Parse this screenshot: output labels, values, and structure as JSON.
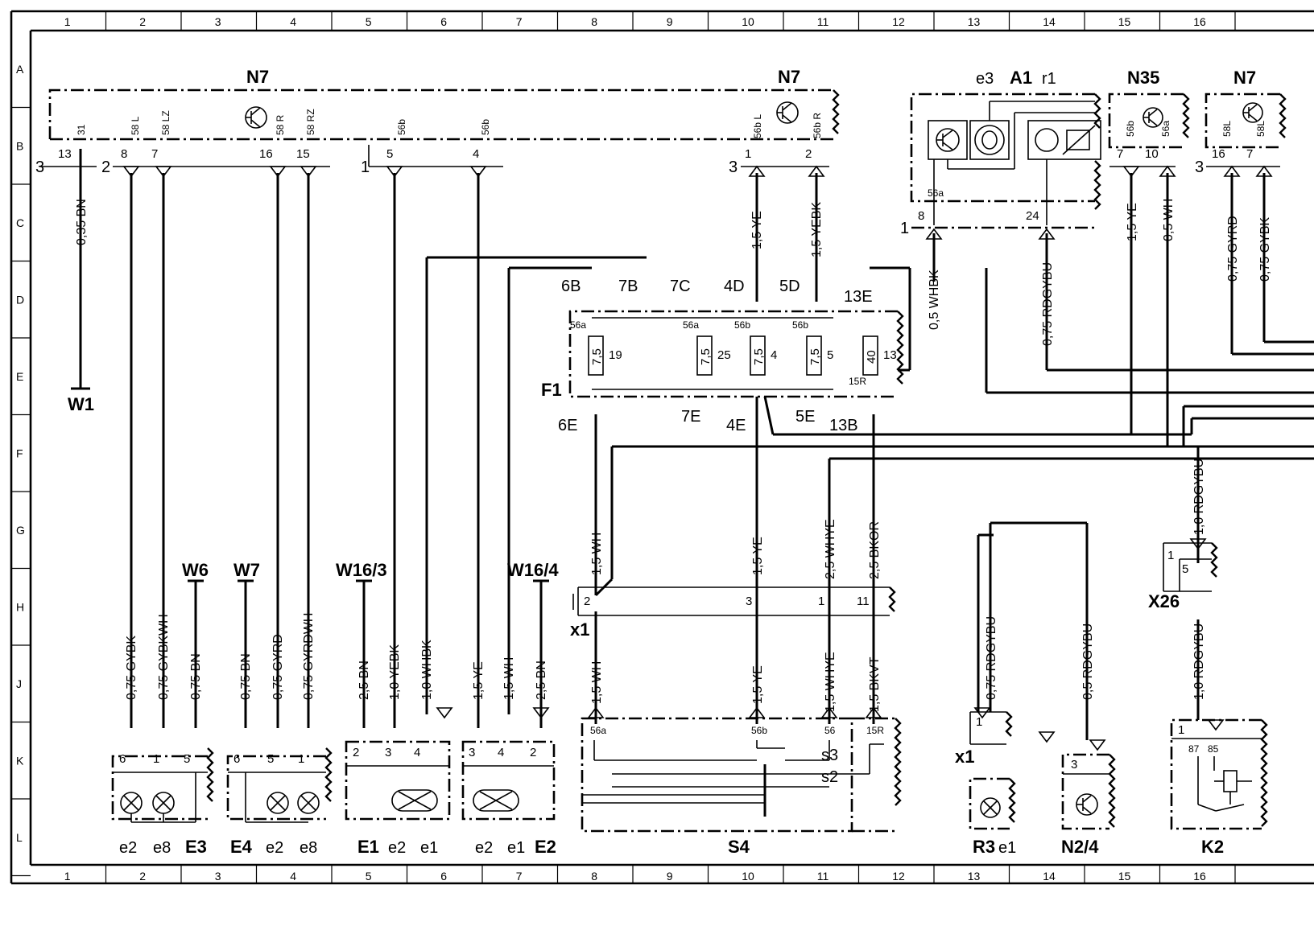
{
  "grid": {
    "columns": [
      "1",
      "2",
      "3",
      "4",
      "5",
      "6",
      "7",
      "8",
      "9",
      "10",
      "11",
      "12",
      "13",
      "14",
      "15",
      "16"
    ],
    "rows": [
      "A",
      "B",
      "C",
      "D",
      "E",
      "F",
      "G",
      "H",
      "J",
      "K",
      "L"
    ]
  },
  "components": {
    "n7_left": {
      "ref": "N7",
      "outer_left": "3",
      "outer_right": "2",
      "pin13": "13",
      "term31": "31",
      "pin8": "8",
      "term58l": "58 L",
      "pin7": "7",
      "term58lz": "58 LZ",
      "pin16": "16",
      "term58r": "58 R",
      "pin15": "15",
      "term58rz": "58 RZ"
    },
    "n7_mid": {
      "outer": "1",
      "pin5": "5",
      "term56b_a": "56b",
      "pin4": "4",
      "term56b_b": "56b"
    },
    "n7_right": {
      "ref": "N7",
      "outer": "3",
      "pin1": "1",
      "term56bl": "56b L",
      "pin2": "2",
      "term56br": "56b R"
    },
    "a1": {
      "ref": "A1",
      "e3": "e3",
      "r1": "r1",
      "pin8": "8",
      "term56a": "56a",
      "pin24": "24",
      "outer": "1"
    },
    "n35": {
      "ref": "N35",
      "pin7": "7",
      "term56b": "56b",
      "pin10": "10",
      "term56a": "56a"
    },
    "n7_far": {
      "ref": "N7",
      "outer": "3",
      "pin16": "16",
      "term58l": "58L",
      "pin7": "7",
      "term58l2": "58L"
    },
    "w1": {
      "ref": "W1"
    },
    "f1": {
      "ref": "F1",
      "top_labels": [
        "6B",
        "7B",
        "7C",
        "4D",
        "5D",
        "13E"
      ],
      "bottom_labels": [
        "6E",
        "7E",
        "4E",
        "5E",
        "13B"
      ],
      "top_terms": [
        "56a",
        "56a",
        "56b",
        "56b"
      ],
      "term15r": "15R",
      "fuses": [
        {
          "rating": "7,5",
          "num": "19"
        },
        {
          "rating": "7,5",
          "num": "25"
        },
        {
          "rating": "7,5",
          "num": "4"
        },
        {
          "rating": "7,5",
          "num": "5"
        },
        {
          "rating": "40",
          "num": "13"
        }
      ]
    },
    "x1_conn": {
      "ref": "x1",
      "pin2": "2",
      "pin3": "3",
      "pin1": "1",
      "pin11": "11"
    },
    "x26": {
      "ref": "X26",
      "pin1": "1",
      "pin5": "5"
    },
    "w6": "W6",
    "w7": "W7",
    "w16_3": "W16/3",
    "w16_4": "W16/4",
    "e3": {
      "ref": "E3",
      "pin6": "6",
      "pin1": "1",
      "pin5": "5",
      "sub1": "e2",
      "sub2": "e8"
    },
    "e4": {
      "ref": "E4",
      "pin6": "6",
      "pin5": "5",
      "pin1": "1",
      "sub1": "e2",
      "sub2": "e8"
    },
    "e1": {
      "ref": "E1",
      "pin2": "2",
      "pin3": "3",
      "pin4": "4",
      "sub1": "e2",
      "sub2": "e1"
    },
    "e2": {
      "ref": "E2",
      "pin3": "3",
      "pin4": "4",
      "pin2": "2",
      "sub1": "e2",
      "sub2": "e1"
    },
    "s4": {
      "ref": "S4",
      "term56a": "56a",
      "term56b": "56b",
      "term56": "56",
      "term15r": "15R",
      "s3": "s3",
      "s2": "s2"
    },
    "r3": {
      "ref": "R3",
      "sub": "e1",
      "conn": "x1",
      "pin1": "1"
    },
    "n2_4": {
      "ref": "N2/4",
      "pin3": "3"
    },
    "k2": {
      "ref": "K2",
      "pin1": "1",
      "t87": "87",
      "t85": "85"
    }
  },
  "wires": {
    "w13": "0,35  BN",
    "w_gybk": "0,75  GYBK",
    "w_gybkwh": "0,75  GYBKWH",
    "w_e3_bn": "0,75  BN",
    "w_e4_bn": "0,75  BN",
    "w_gyrd": "0,75  GYRD",
    "w_gyrdwh": "0,75  GYRDWH",
    "w_e1_bn": "2,5  BN",
    "w_yebk": "1,0  YEBK",
    "w_whbk_low": "1,0  WHBK",
    "w_ye_low": "1,5  YE",
    "w_wh_low": "1,5  WH",
    "w_e2_bn": "2,5  BN",
    "w_n7_ye": "1,5  YE",
    "w_n7_yebk": "1,5  YEBK",
    "w_a1_whbk": "0,5  WHBK",
    "w_a1_rdgybu": "0,75  RDGYBU",
    "w_n35_ye": "1,5  YE",
    "w_n35_wh": "0,5  WH",
    "w_far_gyrd": "0,75  GYRD",
    "w_far_gybk": "0,75  GYBK",
    "w_x26_top": "1,0  RDGYBU",
    "w_x1_wh_top": "1,5  WH",
    "w_x1_ye_top": "1,5  YE",
    "w_x1_whye_top": "2,5  WHYE",
    "w_x1_bkor": "2,5  BKOR",
    "w_x1_wh_bot": "1,5  WH",
    "w_x1_ye_bot": "1,5  YE",
    "w_x1_whye_bot": "1,5  WHYE",
    "w_x1_bkvt": "1,5  BKVT",
    "w_r3": "0,75  RDGYBU",
    "w_n24": "0,5  RDGYBU",
    "w_k2": "1,0  RDGYBU"
  }
}
